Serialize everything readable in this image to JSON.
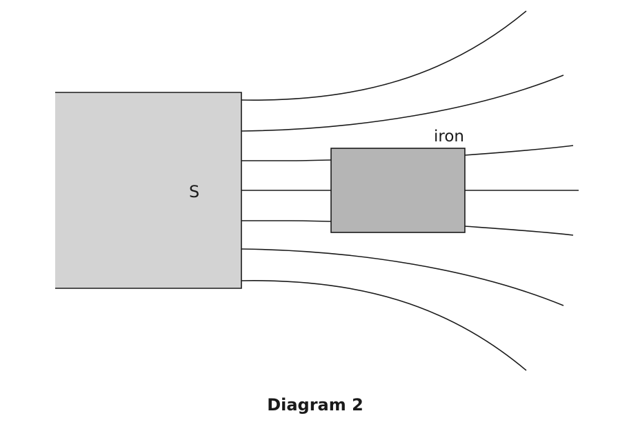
{
  "diagram": {
    "pole_label": "S",
    "iron_label": "iron",
    "caption": "Diagram 2",
    "colors": {
      "magnet_fill": "#d3d3d3",
      "iron_fill": "#b5b5b5",
      "line_color": "#1a1a1a"
    }
  }
}
